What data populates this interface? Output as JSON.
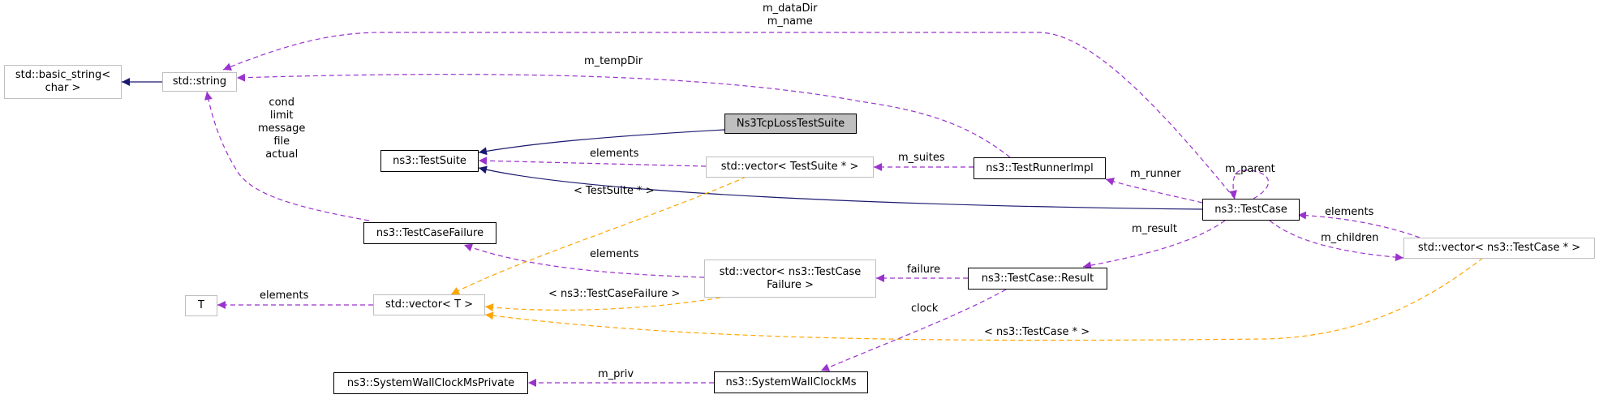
{
  "colors": {
    "inheritance": "#191970",
    "usage": "#9a32cd",
    "template": "#ffa500",
    "focus_fill": "#bfbfbf"
  },
  "nodes": {
    "basic_string": "std::basic_string<\nchar >",
    "string": "std::string",
    "ns3_tcp_loss_test_suite": "Ns3TcpLossTestSuite",
    "test_suite": "ns3::TestSuite",
    "vector_test_suite": "std::vector< TestSuite * >",
    "test_runner_impl": "ns3::TestRunnerImpl",
    "test_case": "ns3::TestCase",
    "vector_test_case": "std::vector< ns3::TestCase * >",
    "test_case_failure": "ns3::TestCaseFailure",
    "vector_test_case_failure": "std::vector< ns3::TestCase\nFailure >",
    "test_case_result": "ns3::TestCase::Result",
    "t": "T",
    "vector_t": "std::vector< T >",
    "system_wall_clock_ms_private": "ns3::SystemWallClockMsPrivate",
    "system_wall_clock_ms": "ns3::SystemWallClockMs"
  },
  "edge_labels": {
    "data_dir_name": "m_dataDir\nm_name",
    "temp_dir": "m_tempDir",
    "failure_fields": "cond\nlimit\nmessage\nfile\nactual",
    "suites_elements": "elements",
    "m_suites": "m_suites",
    "m_parent": "m_parent",
    "m_runner": "m_runner",
    "test_suite_tmpl": "< TestSuite * >",
    "case_elements": "elements",
    "m_children": "m_children",
    "m_result": "m_result",
    "failure_elements": "elements",
    "failure": "failure",
    "t_elements": "elements",
    "failure_tmpl": "< ns3::TestCaseFailure >",
    "clock": "clock",
    "test_case_tmpl": "< ns3::TestCase * >",
    "m_priv": "m_priv"
  }
}
